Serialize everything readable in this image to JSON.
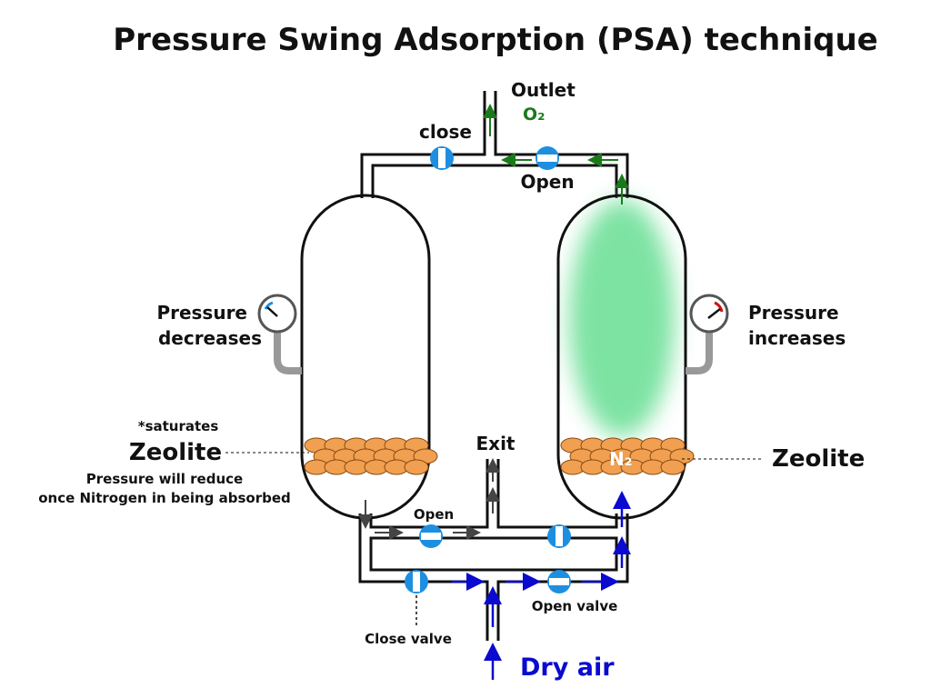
{
  "title": "Pressure Swing Adsorption (PSA) technique",
  "labels": {
    "outlet": "Outlet",
    "o2": "O₂",
    "top_left_valve": "close",
    "top_right_valve": "Open",
    "left_gauge_line1": "Pressure",
    "left_gauge_line2": "decreases",
    "right_gauge_line1": "Pressure",
    "right_gauge_line2": "increases",
    "saturates": "*saturates",
    "left_zeolite": "Zeolite",
    "note_line1": "Pressure will reduce",
    "note_line2": "once Nitrogen in being absorbed",
    "right_zeolite": "Zeolite",
    "n2": "N₂",
    "exit": "Exit",
    "bottom_open": "Open",
    "open_valve": "Open valve",
    "close_valve": "Close valve",
    "dry_air": "Dry air"
  },
  "colors": {
    "valve": "#1e8fe0",
    "oxygen": "#1a7a1a",
    "air": "#0a0ad0",
    "zeolite": "#f0a050",
    "gas_cloud": "#6fe09a",
    "gauge_low": "#1e8fe0",
    "gauge_high": "#d01010"
  }
}
